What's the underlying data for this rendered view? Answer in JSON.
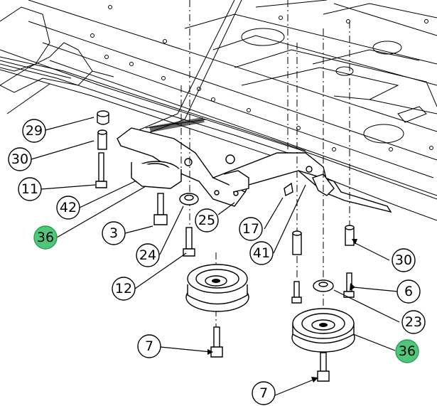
{
  "highlight_color": "#4ec77a",
  "callouts": [
    {
      "id": "c29",
      "label": "29",
      "highlight": false
    },
    {
      "id": "c30a",
      "label": "30",
      "highlight": false
    },
    {
      "id": "c11",
      "label": "11",
      "highlight": false
    },
    {
      "id": "c42",
      "label": "42",
      "highlight": false
    },
    {
      "id": "c36a",
      "label": "36",
      "highlight": true
    },
    {
      "id": "c3",
      "label": "3",
      "highlight": false
    },
    {
      "id": "c24",
      "label": "24",
      "highlight": false
    },
    {
      "id": "c25",
      "label": "25",
      "highlight": false
    },
    {
      "id": "c17",
      "label": "17",
      "highlight": false
    },
    {
      "id": "c41",
      "label": "41",
      "highlight": false
    },
    {
      "id": "c12",
      "label": "12",
      "highlight": false
    },
    {
      "id": "c30b",
      "label": "30",
      "highlight": false
    },
    {
      "id": "c6",
      "label": "6",
      "highlight": false
    },
    {
      "id": "c23",
      "label": "23",
      "highlight": false
    },
    {
      "id": "c36b",
      "label": "36",
      "highlight": true
    },
    {
      "id": "c7a",
      "label": "7",
      "highlight": false
    },
    {
      "id": "c7b",
      "label": "7",
      "highlight": false
    }
  ]
}
